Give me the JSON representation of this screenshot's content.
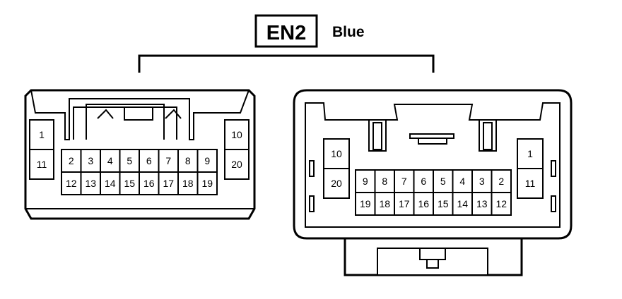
{
  "header": {
    "connector_code": "EN2",
    "color_label": "Blue"
  },
  "left_connector": {
    "side_left": [
      "1",
      "11"
    ],
    "side_right": [
      "10",
      "20"
    ],
    "row_top": [
      "2",
      "3",
      "4",
      "5",
      "6",
      "7",
      "8",
      "9"
    ],
    "row_bottom": [
      "12",
      "13",
      "14",
      "15",
      "16",
      "17",
      "18",
      "19"
    ]
  },
  "right_connector": {
    "side_left": [
      "10",
      "20"
    ],
    "side_right": [
      "1",
      "11"
    ],
    "row_top": [
      "9",
      "8",
      "7",
      "6",
      "5",
      "4",
      "3",
      "2"
    ],
    "row_bottom": [
      "19",
      "18",
      "17",
      "16",
      "15",
      "14",
      "13",
      "12"
    ]
  }
}
